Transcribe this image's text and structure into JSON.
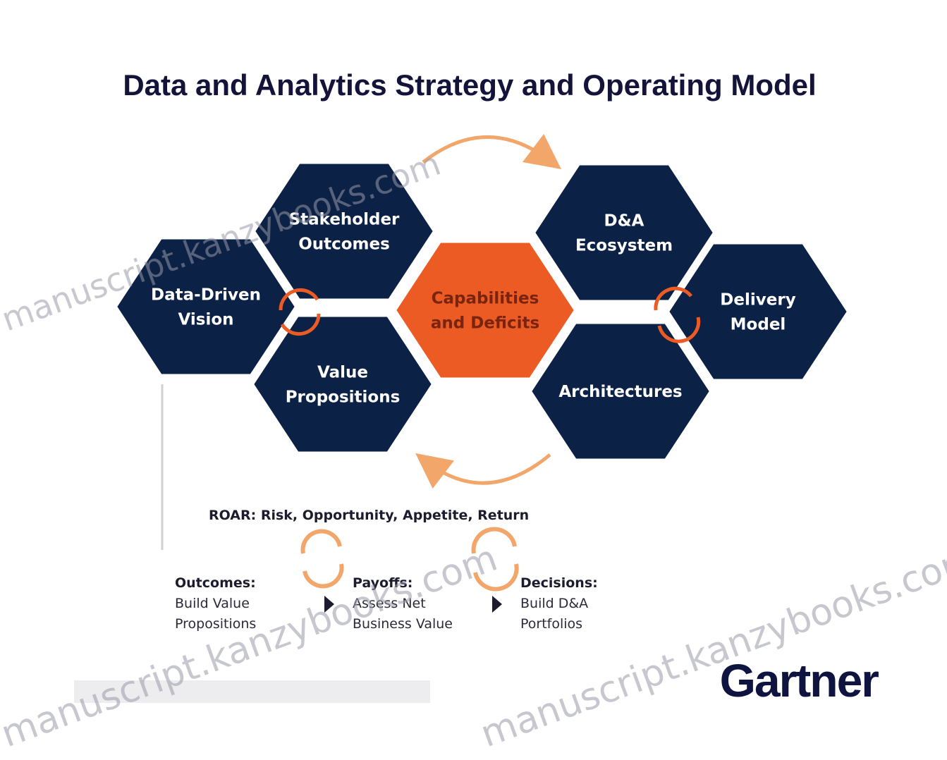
{
  "title": "Data and Analytics Strategy and Operating Model",
  "colors": {
    "navy": "#0b2145",
    "orange": "#ec5b24",
    "arrow": "#f2a66a",
    "text_dark": "#1c1c2e",
    "watermark": "#a6a6b2"
  },
  "hexagons": {
    "stakeholder": "Stakeholder\nOutcomes",
    "vision": "Data-Driven\nVision",
    "value": "Value\nPropositions",
    "capabilities": "Capabilities\nand Deficits",
    "ecosystem": "D&A\nEcosystem",
    "architectures": "Architectures",
    "delivery": "Delivery\nModel"
  },
  "roar": "ROAR: Risk, Opportunity, Appetite, Return",
  "columns": [
    {
      "heading": "Outcomes:",
      "lines": [
        "Build Value",
        "Propositions"
      ]
    },
    {
      "heading": "Payoffs:",
      "lines": [
        "Assess Net",
        "Business Value"
      ]
    },
    {
      "heading": "Decisions:",
      "lines": [
        "Build D&A",
        "Portfolios"
      ]
    }
  ],
  "brand": "Gartner",
  "watermark": "manuscript.kanzybooks.com"
}
